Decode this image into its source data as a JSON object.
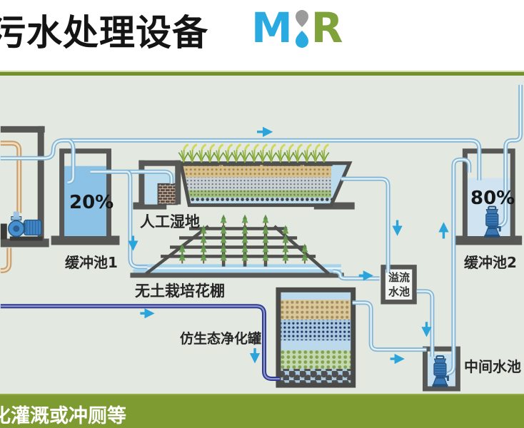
{
  "header": {
    "title": "污水处理设备",
    "logo": {
      "m": "M",
      "r": "R"
    }
  },
  "labels": {
    "buffer1": "缓冲池1",
    "buffer1_level": "20%",
    "wetland": "人工湿地",
    "shed": "无土栽培花棚",
    "biotank": "仿生态净化罐",
    "overflow": "溢流水池",
    "middle": "中间水池",
    "buffer2": "缓冲池2",
    "buffer2_level": "80%"
  },
  "footer": {
    "text": "化灌溉或冲厕等"
  },
  "colors": {
    "accent_olive": "#7d9b30",
    "logo_blue": "#29abe2",
    "logo_gray_drop": "#9b9b9b",
    "logo_green": "#7fa23a",
    "pipe_blue": "#84b6d3",
    "pipe_navy": "#2d3a8c",
    "pipe_tan": "#c99e6d",
    "water_buffer1": "#8cc2e5",
    "water_buffer2": "#cfe3f0",
    "frame_gray": "#575756",
    "arrow_cyan": "#2aa4da",
    "diagram_background": "#e3e8e1"
  }
}
